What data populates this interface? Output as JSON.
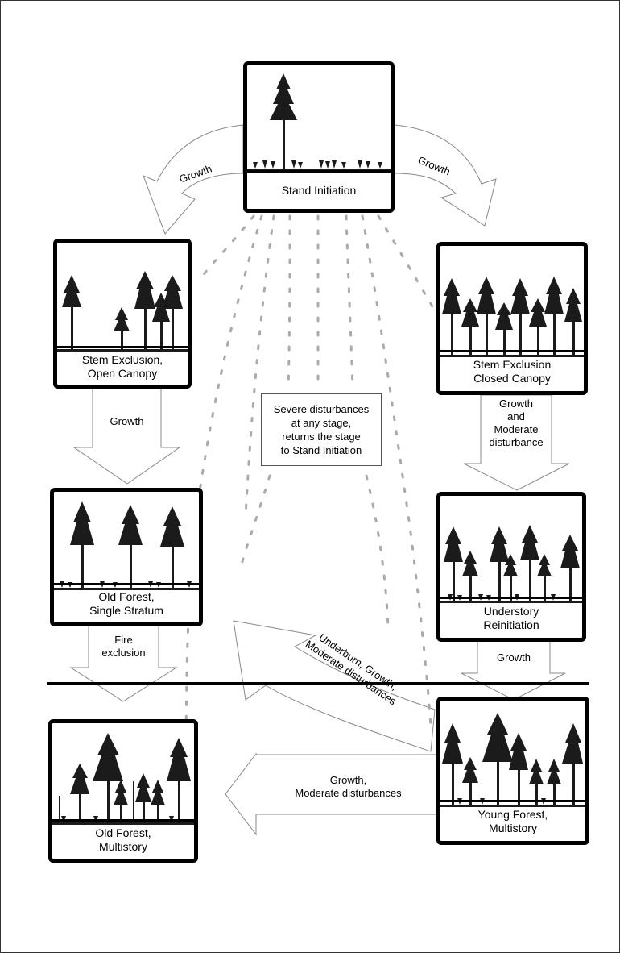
{
  "stages": {
    "stand_initiation": [
      "Stand Initiation"
    ],
    "stem_exclusion_open": [
      "Stem Exclusion,",
      "Open Canopy"
    ],
    "stem_exclusion_closed": [
      "Stem Exclusion",
      "Closed Canopy"
    ],
    "old_forest_single": [
      "Old Forest,",
      "Single Stratum"
    ],
    "understory_reinitiation": [
      "Understory",
      "Reinitiation"
    ],
    "old_forest_multi": [
      "Old Forest,",
      "Multistory"
    ],
    "young_forest_multi": [
      "Young Forest,",
      "Multistory"
    ]
  },
  "arrows": {
    "growth_top_left": "Growth",
    "growth_top_right": "Growth",
    "growth_left": "Growth",
    "growth_moderate_right": [
      "Growth",
      "and",
      "Moderate",
      "disturbance"
    ],
    "fire_exclusion": [
      "Fire",
      "exclusion"
    ],
    "growth_right_lower": "Growth",
    "underburn": [
      "Underburn, Growth,",
      "Moderate disturbances"
    ],
    "growth_bottom": [
      "Growth,",
      "Moderate disturbances"
    ]
  },
  "center_note": [
    "Severe disturbances",
    "at any stage,",
    "returns the stage",
    "to Stand Initiation"
  ]
}
